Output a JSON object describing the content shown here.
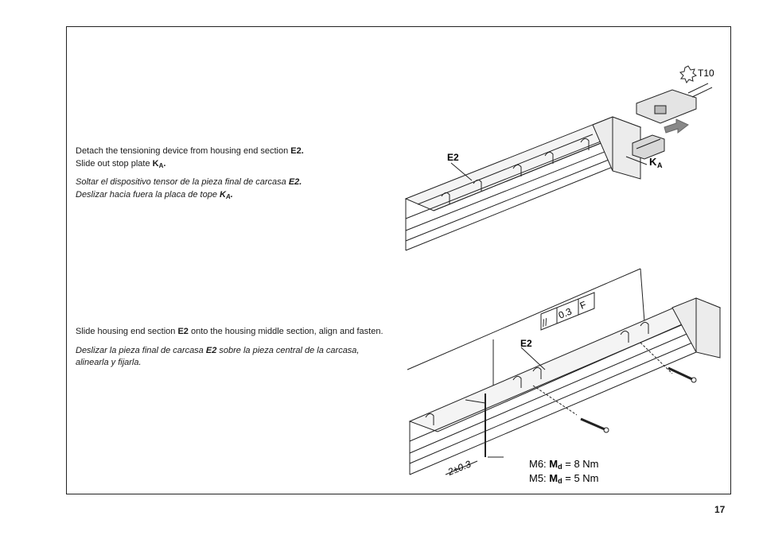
{
  "page_number": "17",
  "step1": {
    "en_line1_pre": "Detach the tensioning device from housing end section ",
    "en_line1_bold": "E2.",
    "en_line2_pre": "Slide out stop plate ",
    "en_line2_bold": "K",
    "en_line2_sub": "A",
    "en_line2_post": ".",
    "es_line1_pre": "Soltar el dispositivo tensor de la pieza final de carcasa ",
    "es_line1_bold": "E2.",
    "es_line2_pre": "Deslizar hacia fuera la placa de tope ",
    "es_line2_bold": "K",
    "es_line2_sub": "A",
    "es_line2_post": "."
  },
  "step2": {
    "en_pre": "Slide housing end section ",
    "en_bold": "E2",
    "en_post": " onto the housing middle section, align and fasten.",
    "es_pre": "Deslizar la pieza final de carcasa ",
    "es_bold": "E2",
    "es_post": " sobre la pieza central de la carcasa, alinearla y fijarla."
  },
  "figure1": {
    "label_e2": "E2",
    "label_k": "K",
    "label_k_sub": "A",
    "tool_label": "T10"
  },
  "figure2": {
    "label_e2": "E2",
    "tol_parallel": "//",
    "tol_value": "0.3",
    "tol_datum": "F",
    "dim_label": "2±0.3",
    "torque1_pre": "M6: ",
    "torque1_m": "M",
    "torque1_sub": "d",
    "torque1_post": " = 8 Nm",
    "torque2_pre": "M5: ",
    "torque2_m": "M",
    "torque2_sub": "d",
    "torque2_post": " = 5 Nm"
  }
}
